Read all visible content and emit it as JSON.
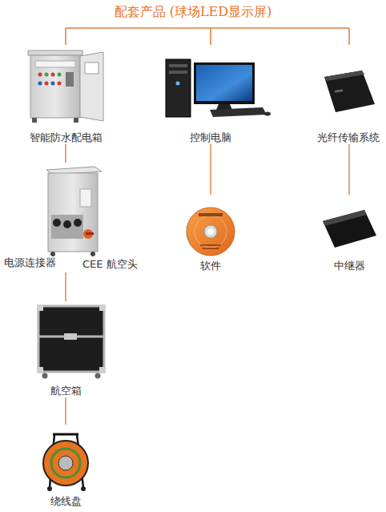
{
  "diagram": {
    "title": "配套产品 (球场LED显示屏)",
    "nodes": [
      {
        "text": [
          "智能防水配电箱"
        ]
      },
      {
        "text": [
          "控制电脑"
        ]
      },
      {
        "text": [
          "光纤传输系统"
        ]
      },
      {
        "text": [
          "电源连接器",
          "CEE 航空头"
        ]
      },
      {
        "text": [
          "软件"
        ]
      },
      {
        "text": [
          "中继器"
        ]
      },
      {
        "text": [
          "航空箱"
        ]
      },
      {
        "text": [
          "绕线盘"
        ]
      }
    ],
    "edges": [
      {
        "from": 0,
        "to": 3,
        "arrow": "none"
      },
      {
        "from": 1,
        "to": 4,
        "arrow": "none"
      },
      {
        "from": 2,
        "to": 5,
        "arrow": "none"
      },
      {
        "from": 3,
        "to": 6,
        "arrow": "none"
      },
      {
        "from": 6,
        "to": 7,
        "arrow": "none"
      }
    ]
  }
}
